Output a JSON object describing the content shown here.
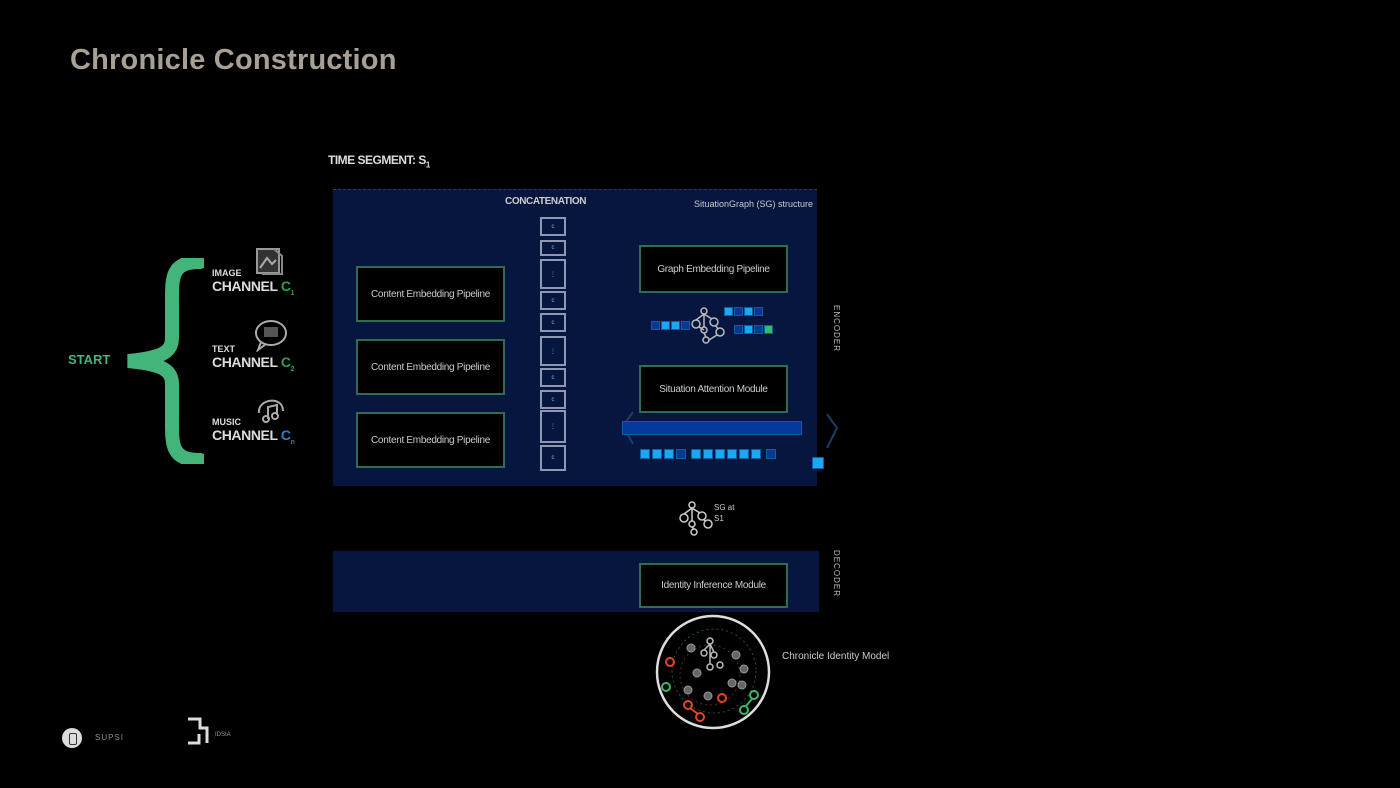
{
  "slide": {
    "title": "Chronicle Construction",
    "time_segment_label": "TIME SEGMENT: S",
    "time_segment_sub": "1"
  },
  "inputs": {
    "start_label": "START",
    "channels": [
      {
        "kind": "IMAGE",
        "label": "CHANNEL",
        "symbol": "C",
        "sub": "1",
        "icon": "image-icon",
        "symbol_color": "#2f9e5a"
      },
      {
        "kind": "TEXT",
        "label": "CHANNEL",
        "symbol": "C",
        "sub": "2",
        "icon": "chat-bubble-icon",
        "symbol_color": "#2f9e5a"
      },
      {
        "kind": "MUSIC",
        "label": "CHANNEL",
        "symbol": "C",
        "sub": "n",
        "icon": "music-icon",
        "symbol_color": "#2a7fd0"
      }
    ]
  },
  "encoder": {
    "side_label": "ENCODER",
    "pipelines": [
      "Content Embedding Pipeline",
      "Content Embedding Pipeline",
      "Content Embedding Pipeline"
    ],
    "concatenation_label": "CONCATENATION",
    "concat_cells": [
      "c",
      "c",
      "⋮",
      "c",
      "c",
      "⋮",
      "c",
      "c",
      "⋮",
      "c"
    ],
    "situation_graph_title": "SituationGraph (SG) structure",
    "graph_embedding_label": "Graph Embedding Pipeline",
    "attention_label": "Situation Attention Module",
    "graph_vectors": [
      [
        "off",
        "on",
        "on",
        "off"
      ],
      [
        "on",
        "off",
        "on",
        "off"
      ],
      [
        "off",
        "on",
        "off",
        "green"
      ]
    ],
    "sequence_cells": [
      "on",
      "on",
      "on",
      "off",
      "on",
      "on",
      "on",
      "on",
      "on",
      "on",
      "off"
    ]
  },
  "sg_output": {
    "label": "SG at",
    "sub": "S1"
  },
  "decoder": {
    "side_label": "DECODER",
    "identity_module_label": "Identity Inference Module",
    "identity_model_label": "Chronicle Identity Model"
  },
  "footer": {
    "logo_left_text": "SUPSI",
    "logo_right_text": "IDSIA"
  },
  "colors": {
    "background": "#000000",
    "panel": "#06163f",
    "brace_green": "#43b57a",
    "box_border": "#2f6c52",
    "cell_on": "#1aa8f0",
    "cell_off": "#063a92",
    "title": "#a89f95"
  }
}
